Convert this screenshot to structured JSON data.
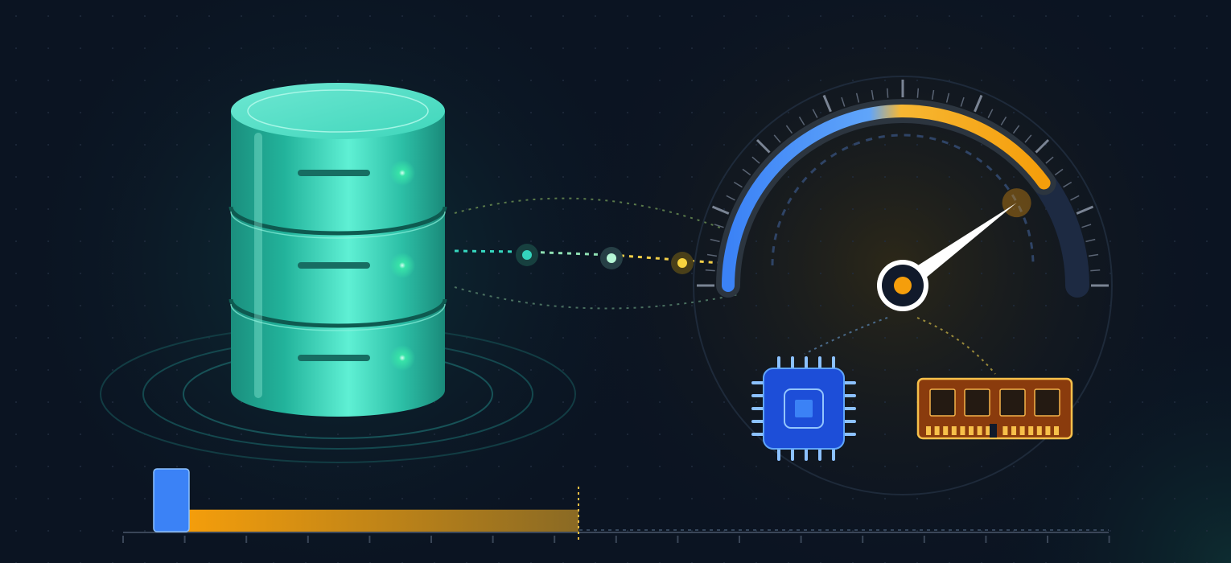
{
  "colors": {
    "background": "#0b1422",
    "database": "#3ed1b4",
    "gauge_low": "#3b82f6",
    "gauge_high": "#f59e0b",
    "track": "#1e293b",
    "cpu": "#1d4ed8",
    "ram": "#8a3b0d"
  },
  "icons": {
    "database": "database-cylinder-icon",
    "gauge": "speedometer-gauge-icon",
    "cpu": "cpu-chip-icon",
    "ram": "ram-module-icon"
  },
  "gauge": {
    "level": 0.8
  },
  "timeline": {
    "bar1_level": 1.0,
    "bar2_level": 0.35
  }
}
